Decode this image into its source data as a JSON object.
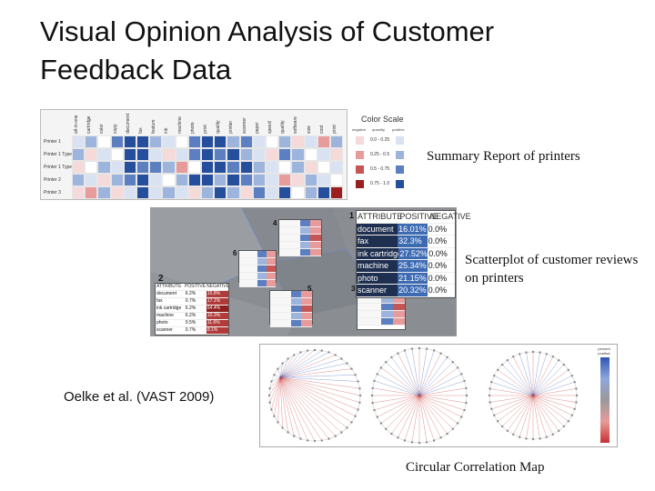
{
  "slide": {
    "title": "Visual Opinion Analysis of Customer Feedback Data",
    "captions": {
      "summary": "Summary Report of printers",
      "scatter": "Scatterplot of customer reviews on printers",
      "credit": "Oelke et al. (VAST 2009)",
      "circular": "Circular Correlation Map"
    }
  },
  "summary_figure": {
    "columns": [
      "all-in-one",
      "cartridge",
      "color",
      "copy",
      "document",
      "fax",
      "feature",
      "ink",
      "machine",
      "photo",
      "print",
      "quality",
      "printer",
      "scanner",
      "paper",
      "speed",
      "quality",
      "software",
      "size",
      "cost",
      "print"
    ],
    "rows": [
      "Printer 1",
      "Printer 1 Type 1",
      "Printer 1 Type 2",
      "Printer 2",
      "Printer 3"
    ],
    "color_scale": {
      "title": "Color Scale",
      "headers": [
        "negative",
        "quantity",
        "positive"
      ],
      "ranges": [
        "0.0 - 0.25",
        "0.25 - 0.5",
        "0.5 - 0.75",
        "0.75 - 1.0"
      ],
      "negative_colors": [
        "#f6d9d9",
        "#e89b9b",
        "#c85555",
        "#9c1f1f"
      ],
      "positive_colors": [
        "#d9e2f2",
        "#9db4dc",
        "#5b7fc0",
        "#254f9c"
      ]
    }
  },
  "scatter_figure": {
    "main_table": {
      "number": "1",
      "headers": [
        "ATTRIBUTE",
        "POSITIVE",
        "NEGATIVE"
      ],
      "rows": [
        [
          "document",
          "16.01%",
          "0.0%"
        ],
        [
          "fax",
          "32.3%",
          "0.0%"
        ],
        [
          "ink cartridge",
          "27.52%",
          "0.0%"
        ],
        [
          "machine",
          "25.34%",
          "0.0%"
        ],
        [
          "photo",
          "21.15%",
          "0.0%"
        ],
        [
          "scanner",
          "20.32%",
          "0.0%"
        ]
      ]
    },
    "table2": {
      "number": "2",
      "headers": [
        "ATTRIBUTE",
        "POSITIVE",
        "NEGATIVE"
      ],
      "rows": [
        [
          "document",
          "6.2%",
          "15.8%"
        ],
        [
          "fax",
          "0.7%",
          "17.1%"
        ],
        [
          "ink cartridge",
          "6.2%",
          "64.4%"
        ],
        [
          "machine",
          "6.2%",
          "10.3%"
        ],
        [
          "photo",
          "0.5%",
          "11.6%"
        ],
        [
          "scanner",
          "0.7%",
          "8.1%"
        ]
      ]
    },
    "small_labels": [
      "3",
      "4",
      "5",
      "6"
    ],
    "colors": {
      "positive": "#3d6bb3",
      "negative": "#b23a3a",
      "background": "#8a8d92"
    }
  },
  "circular_figure": {
    "legend_title": "percent positive",
    "colors": {
      "positive": "#2f56b5",
      "negative": "#c83232"
    }
  }
}
